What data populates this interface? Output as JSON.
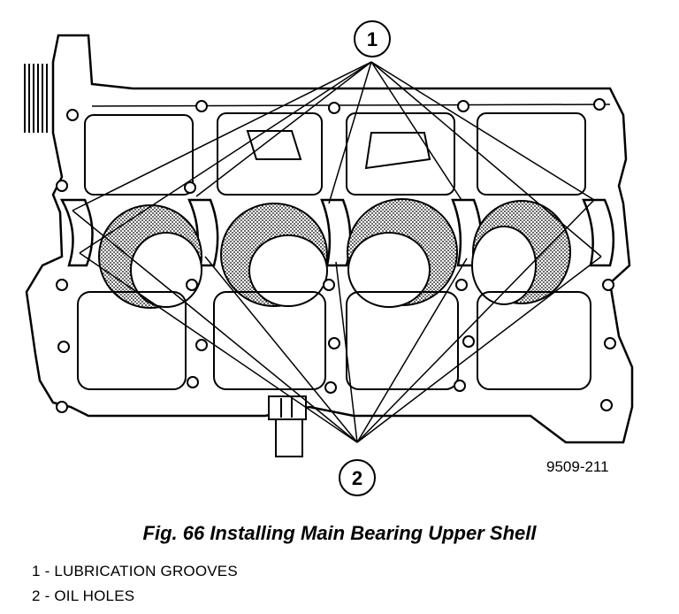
{
  "figure": {
    "callouts": [
      {
        "id": "1",
        "label": "1"
      },
      {
        "id": "2",
        "label": "2"
      }
    ],
    "drawing_code": "9509-211",
    "caption": "Fig. 66 Installing Main Bearing Upper Shell"
  },
  "legend": {
    "items": [
      {
        "text": "1 - LUBRICATION GROOVES"
      },
      {
        "text": "2 - OIL HOLES"
      }
    ]
  }
}
